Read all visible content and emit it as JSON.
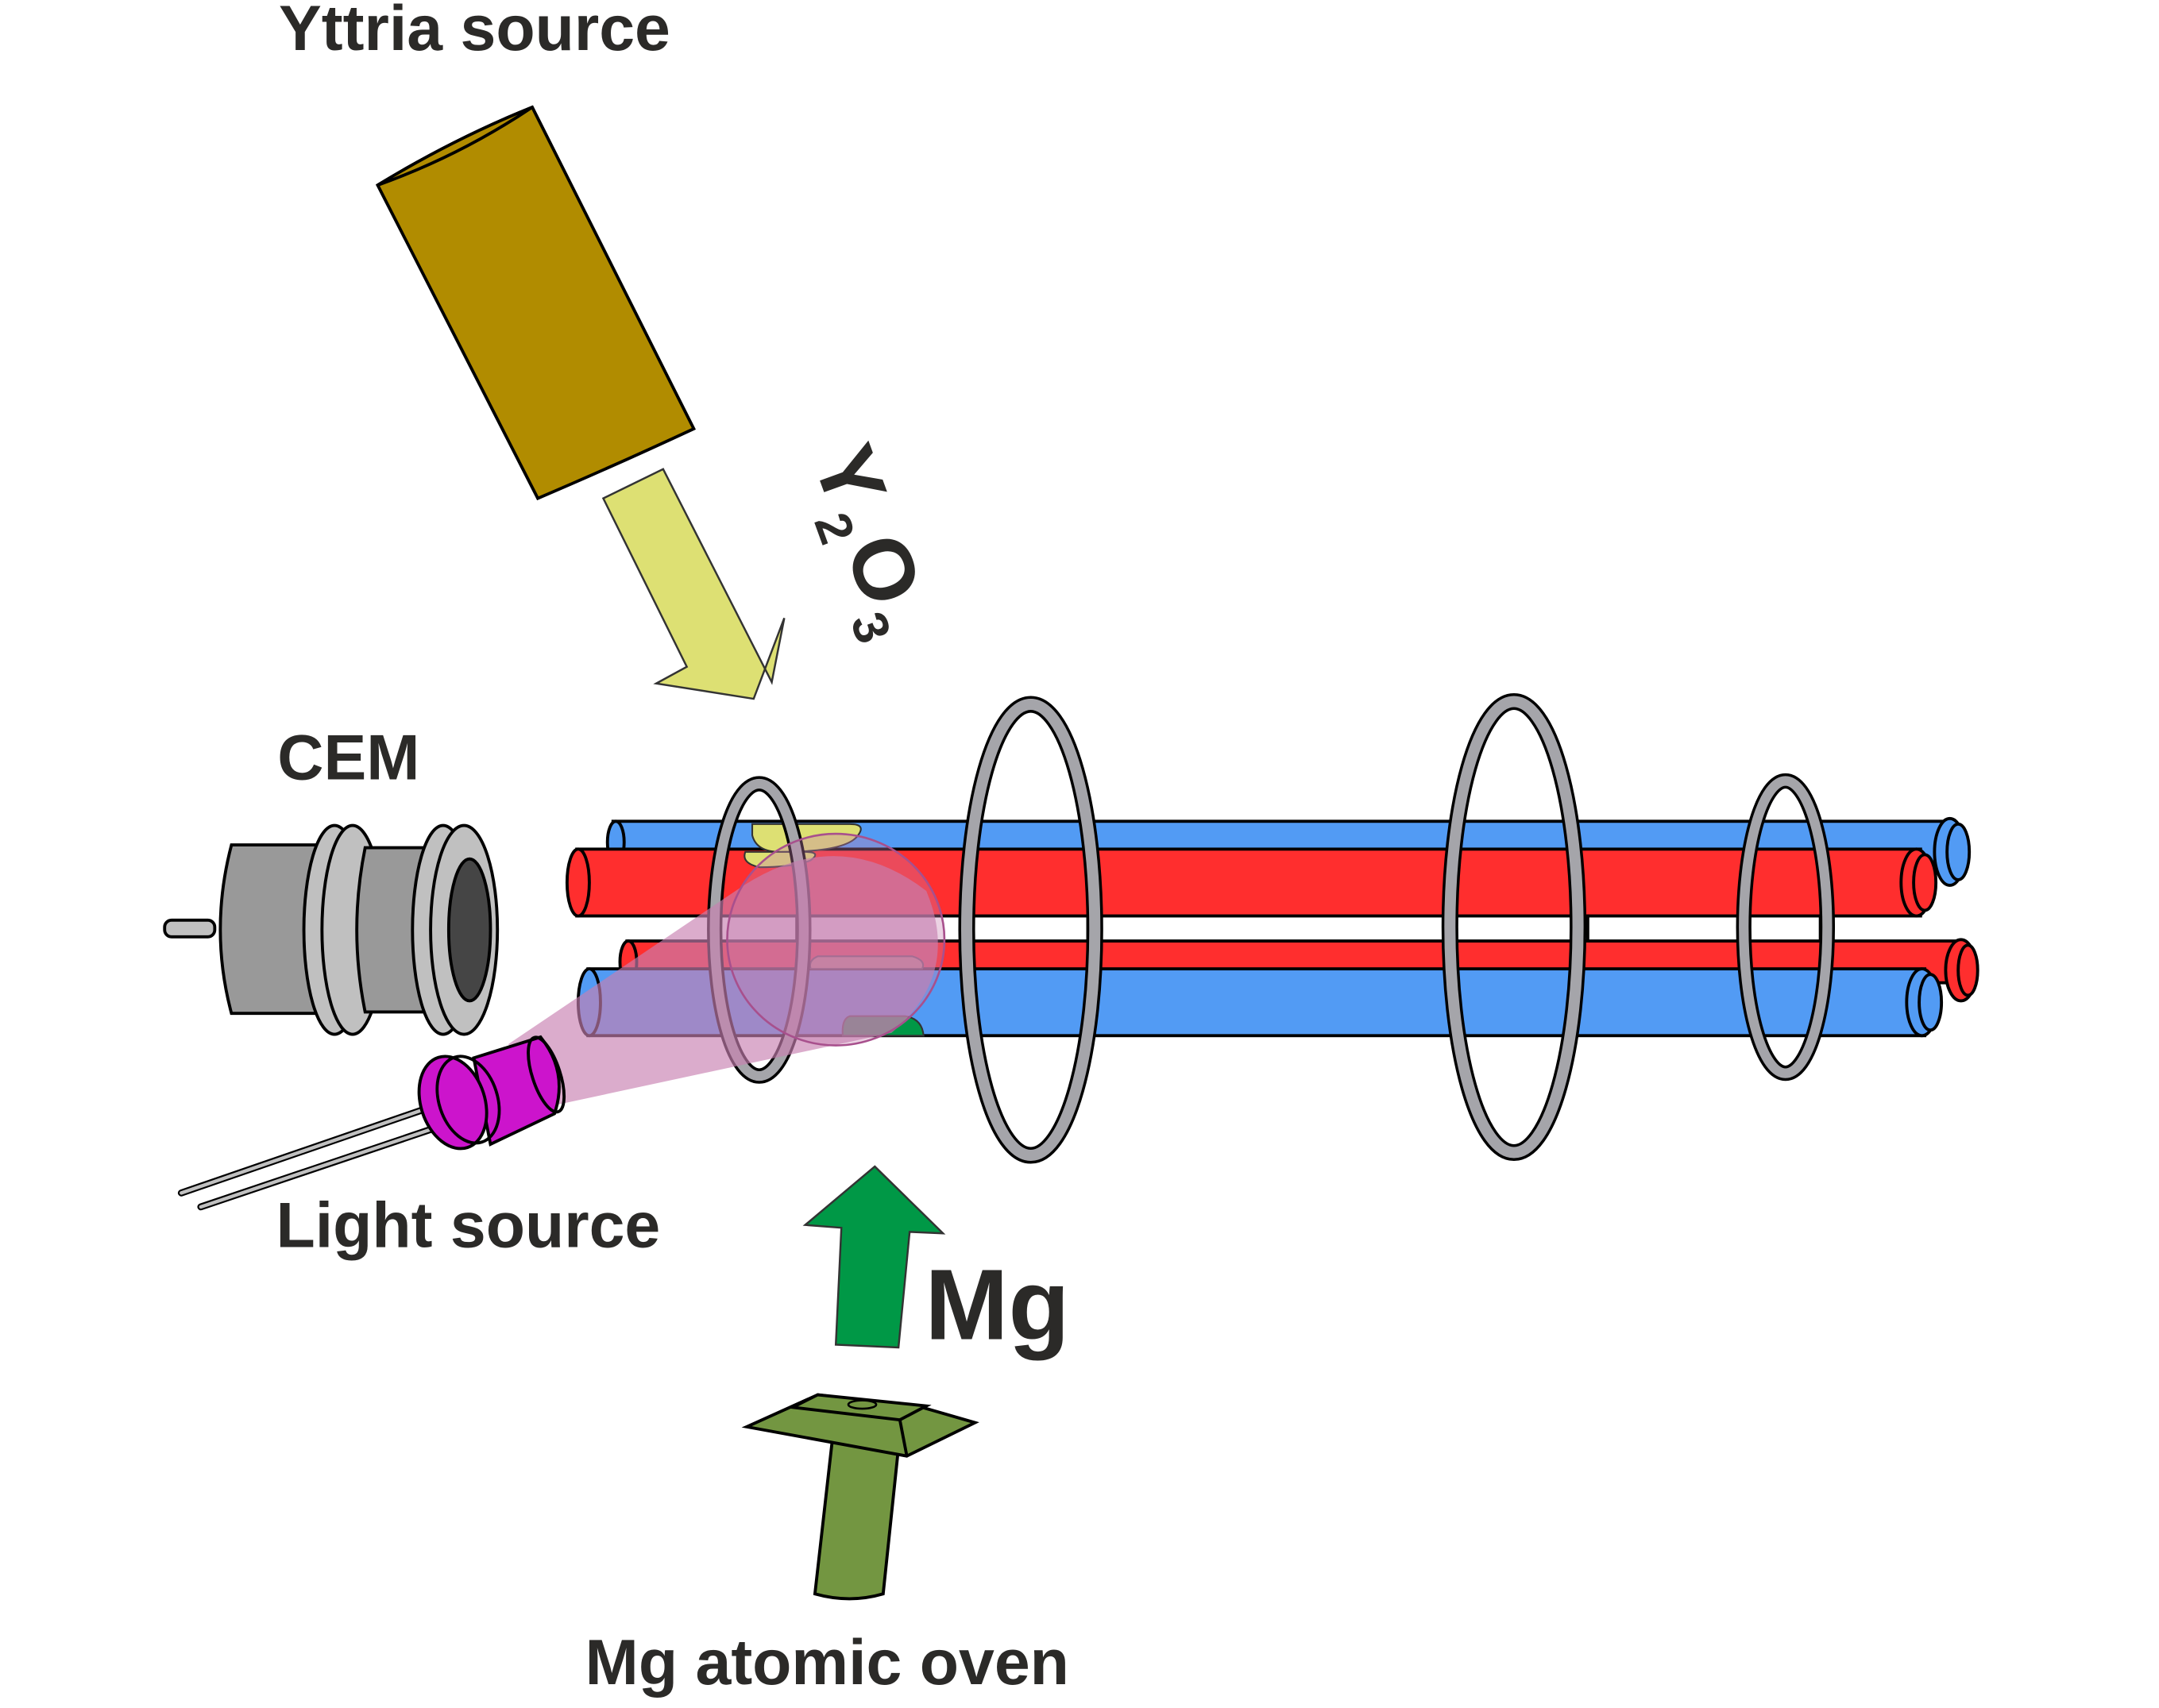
{
  "labels": {
    "yttria_source": "Yttria source",
    "cem": "CEM",
    "light_source": "Light source",
    "mg": "Mg",
    "mg_oven": "Mg atomic oven",
    "y2o3_y": "Y",
    "y2o3_sub2": "2",
    "y2o3_o": "O",
    "y2o3_sub3": "3"
  },
  "colors": {
    "yttria_cylinder": "#b18c00",
    "yttria_arrow": "#dde073",
    "rod_red": "#ff2e2e",
    "rod_blue": "#529bf4",
    "ring": "#a5a5aa",
    "cem_body": "#999999",
    "cem_flange": "#c0c0c0",
    "cem_opening": "#454545",
    "led": "#cc14cc",
    "light_beam": "#c77fb0",
    "mg_arrow": "#009846",
    "oven": "#739641"
  },
  "icons": {
    "yttria_source": "cylinder-icon",
    "cem": "electron-multiplier-icon",
    "light_source": "led-icon",
    "oven": "oven-icon",
    "trap": "quadrupole-trap-icon"
  }
}
